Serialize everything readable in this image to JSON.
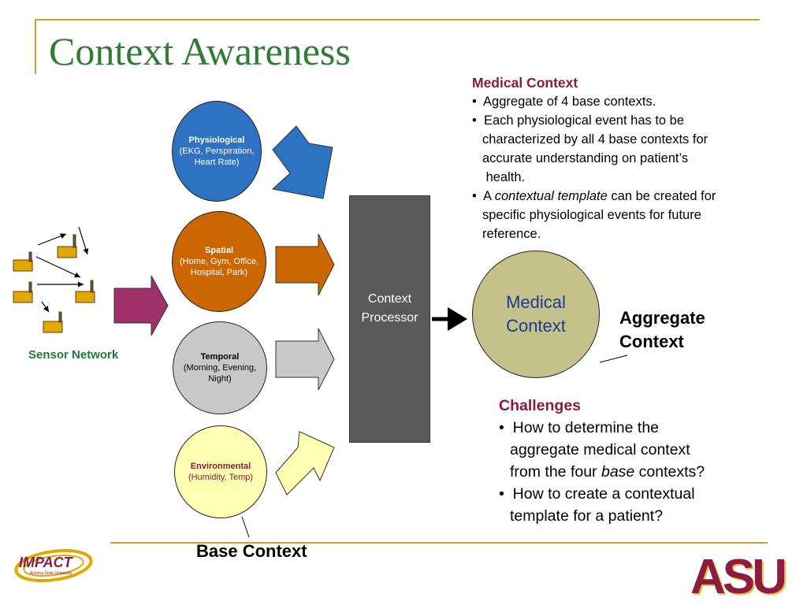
{
  "title": "Context Awareness",
  "sensor_network": {
    "label": "Sensor Network"
  },
  "base_contexts": [
    {
      "name": "Physiological",
      "detail": "(EKG, Perspiration, Heart Rate)",
      "color": "#2e73c2",
      "arrow_color": "#2e73c2"
    },
    {
      "name": "Spatial",
      "detail": "(Home, Gym, Office, Hospital, Park)",
      "color": "#cc6600",
      "arrow_color": "#cc6600"
    },
    {
      "name": "Temporal",
      "detail": "(Morning, Evening, Night)",
      "color": "#c8c8c8",
      "arrow_color": "#c8c8c8"
    },
    {
      "name": "Environmental",
      "detail": "(Humidity, Temp)",
      "color": "#ffffb3",
      "arrow_color": "#ffffb3"
    }
  ],
  "base_context_label": "Base Context",
  "processor": {
    "line1": "Context",
    "line2": "Processor"
  },
  "medical_circle": {
    "line1": "Medical",
    "line2": "Context"
  },
  "aggregate_label": {
    "line1": "Aggregate",
    "line2": "Context"
  },
  "medical_panel": {
    "heading": "Medical Context",
    "bullet1": "Aggregate of 4 base  contexts.",
    "bullet2_lines": [
      "Each physiological event has to be",
      "characterized by all 4  base contexts for",
      "accurate understanding on patient’s",
      " health."
    ],
    "bullet3_pre": "A ",
    "bullet3_em": "contextual template",
    "bullet3_post": " can be created for",
    "bullet3_lines": [
      "specific physiological events for future",
      "reference."
    ]
  },
  "challenges": {
    "heading": "Challenges",
    "q1_lines": [
      "How to determine the",
      "aggregate medical context"
    ],
    "q1_last_pre": "from the four ",
    "q1_last_em": "base",
    "q1_last_post": " contexts?",
    "q2_lines": [
      "How to create a contextual",
      "template for a patient?"
    ]
  },
  "logos": {
    "impact": "IMPACT",
    "impact_sub": "Arizona State University",
    "asu": "ASU"
  },
  "colors": {
    "title": "#2e7d32",
    "heading": "#8b1a3c",
    "accent_gold": "#c9a227",
    "sensor_arrow": "#a0306a"
  }
}
